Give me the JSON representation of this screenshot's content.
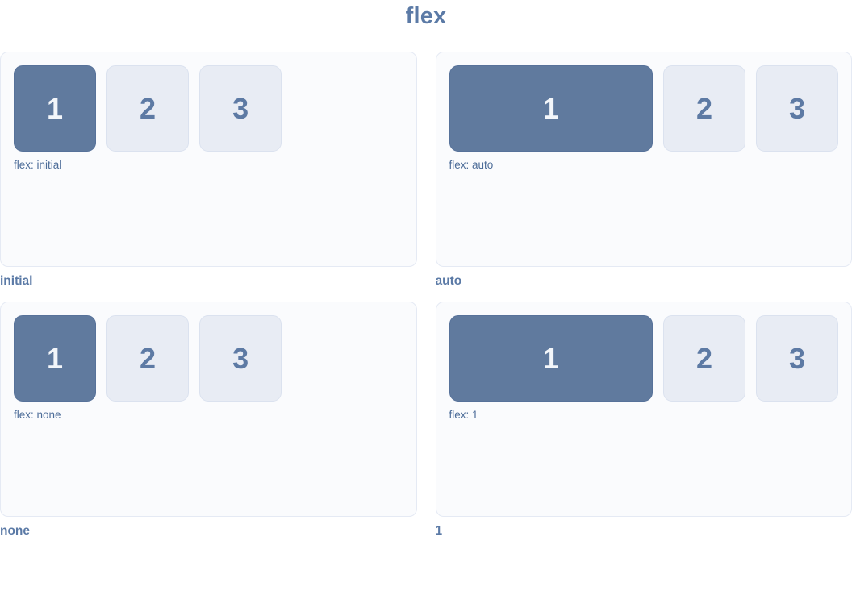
{
  "title": "flex",
  "colors": {
    "accent": "#5b7aa6",
    "caption_text": "#4d6d99",
    "panel_bg": "#fafbfd",
    "panel_border": "#e5eaf4",
    "box_active_bg": "#607a9e",
    "box_active_border": "#57729a",
    "box_active_text": "#f3f6fa",
    "box_bg": "#e8ecf4",
    "box_border": "#dbe2ef",
    "box_text": "#5d7aa4",
    "page_bg": "#ffffff"
  },
  "panels": [
    {
      "caption": "flex: initial",
      "label": "initial",
      "flex_value": "initial",
      "boxes": [
        "1",
        "2",
        "3"
      ]
    },
    {
      "caption": "flex: auto",
      "label": "auto",
      "flex_value": "auto",
      "boxes": [
        "1",
        "2",
        "3"
      ]
    },
    {
      "caption": "flex: none",
      "label": "none",
      "flex_value": "none",
      "boxes": [
        "1",
        "2",
        "3"
      ]
    },
    {
      "caption": "flex: 1",
      "label": "1",
      "flex_value": "1",
      "boxes": [
        "1",
        "2",
        "3"
      ]
    }
  ]
}
